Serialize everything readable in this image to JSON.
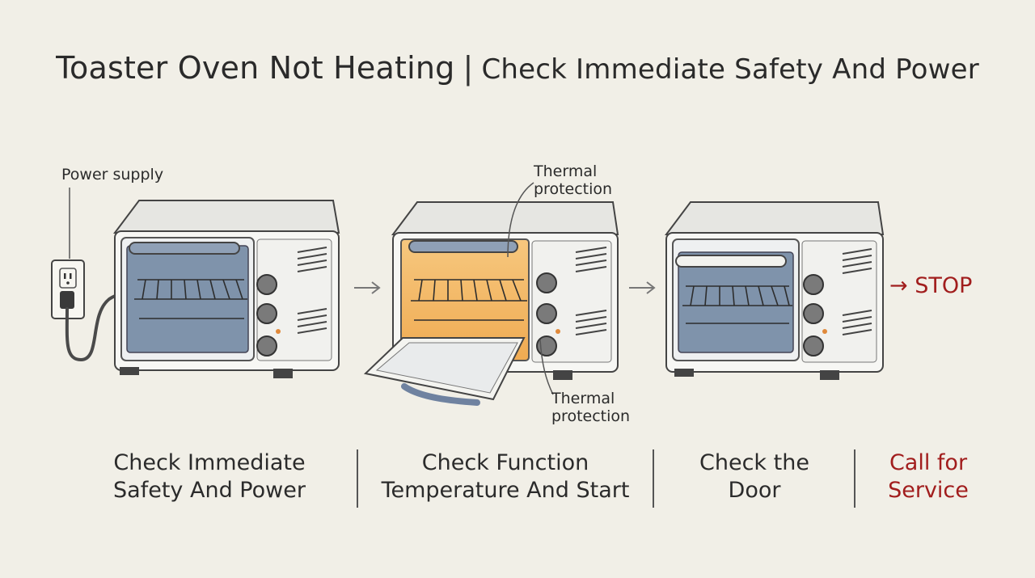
{
  "title": {
    "main": "Toaster Oven Not Heating",
    "separator": "|",
    "subtitle": "Check Immediate Safety And Power"
  },
  "annotations": {
    "power_supply": "Power supply",
    "thermal_top": [
      "Thermal",
      "protection"
    ],
    "thermal_bottom": [
      "Thermal",
      "protection"
    ]
  },
  "flow": {
    "arrow_glyph": "→",
    "stop_label": "STOP"
  },
  "steps": [
    {
      "lines": [
        "Check Immediate",
        "Safety And Power"
      ]
    },
    {
      "lines": [
        "Check Function",
        "Temperature And Start"
      ]
    },
    {
      "lines": [
        "Check the",
        "Door"
      ]
    },
    {
      "lines": [
        "Call for",
        "Service"
      ],
      "highlight": true
    }
  ],
  "colors": {
    "background": "#f1efe7",
    "accent_red": "#a11d1d",
    "glass_blue": "#7f93ab",
    "heat_orange": "#f3b866",
    "indicator_orange": "#e0893a"
  }
}
